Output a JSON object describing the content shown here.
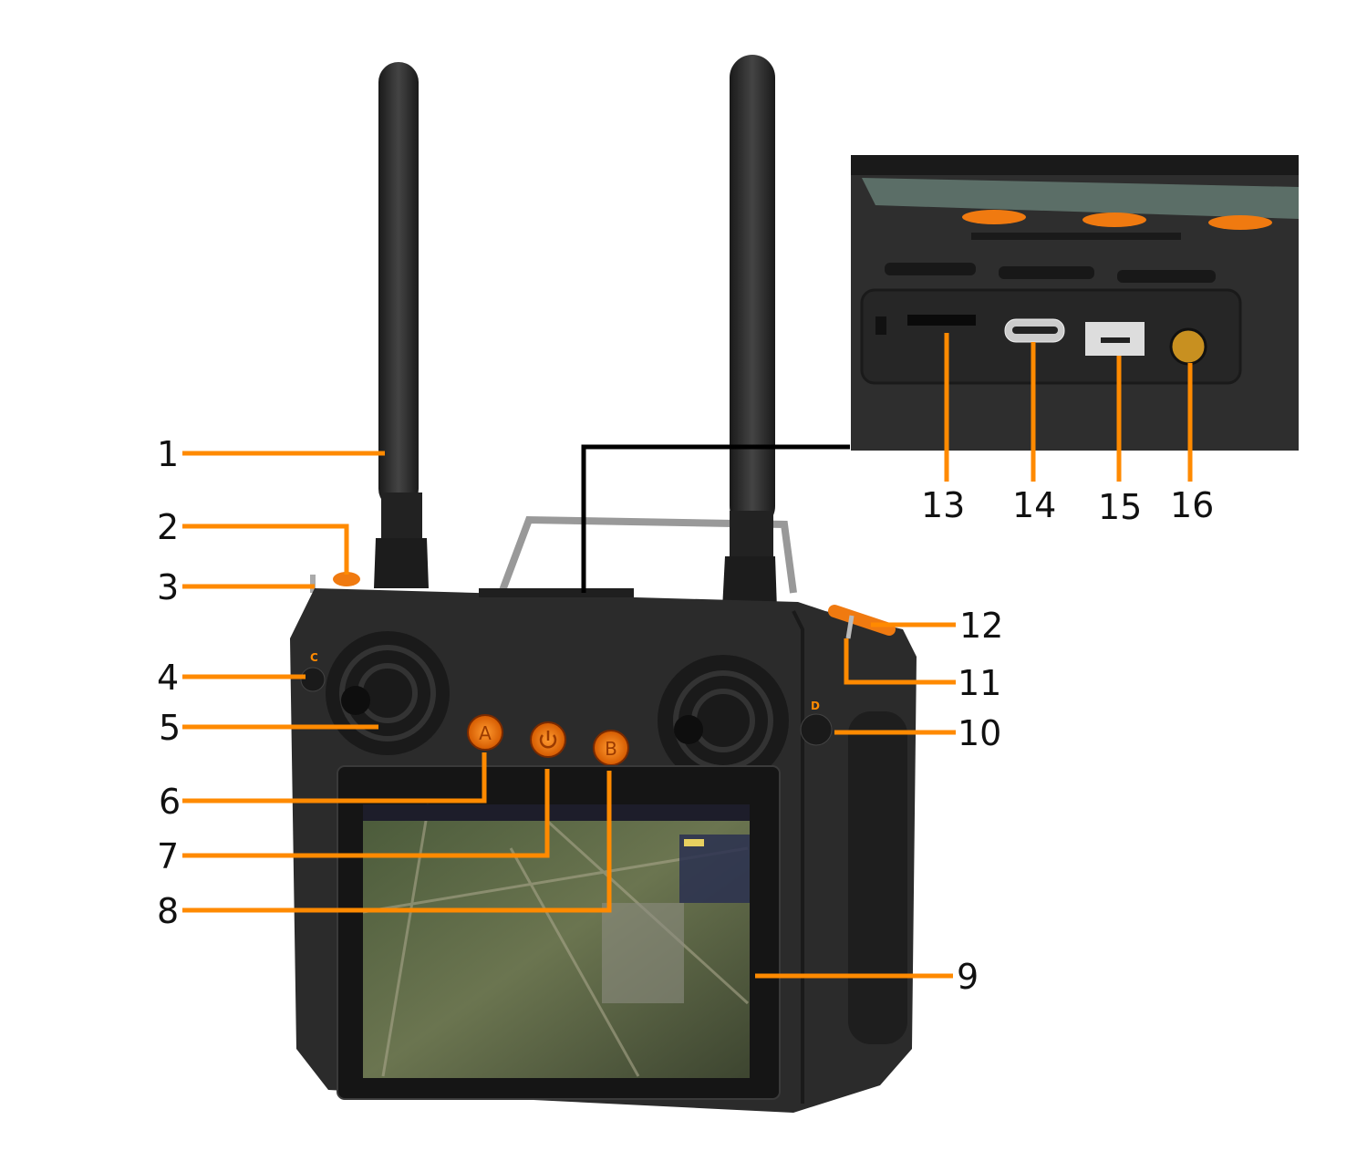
{
  "diagram": {
    "title": "Remote controller component callouts",
    "colors": {
      "callout": "#ff8a00",
      "body": "#2b2b2b",
      "button": "#f07a10"
    },
    "buttons": {
      "a": "A",
      "b": "B",
      "c": "C",
      "d": "D"
    },
    "callouts": [
      {
        "number": "1"
      },
      {
        "number": "2"
      },
      {
        "number": "3"
      },
      {
        "number": "4"
      },
      {
        "number": "5"
      },
      {
        "number": "6"
      },
      {
        "number": "7"
      },
      {
        "number": "8"
      },
      {
        "number": "9"
      },
      {
        "number": "10"
      },
      {
        "number": "11"
      },
      {
        "number": "12"
      },
      {
        "number": "13"
      },
      {
        "number": "14"
      },
      {
        "number": "15"
      },
      {
        "number": "16"
      }
    ]
  }
}
